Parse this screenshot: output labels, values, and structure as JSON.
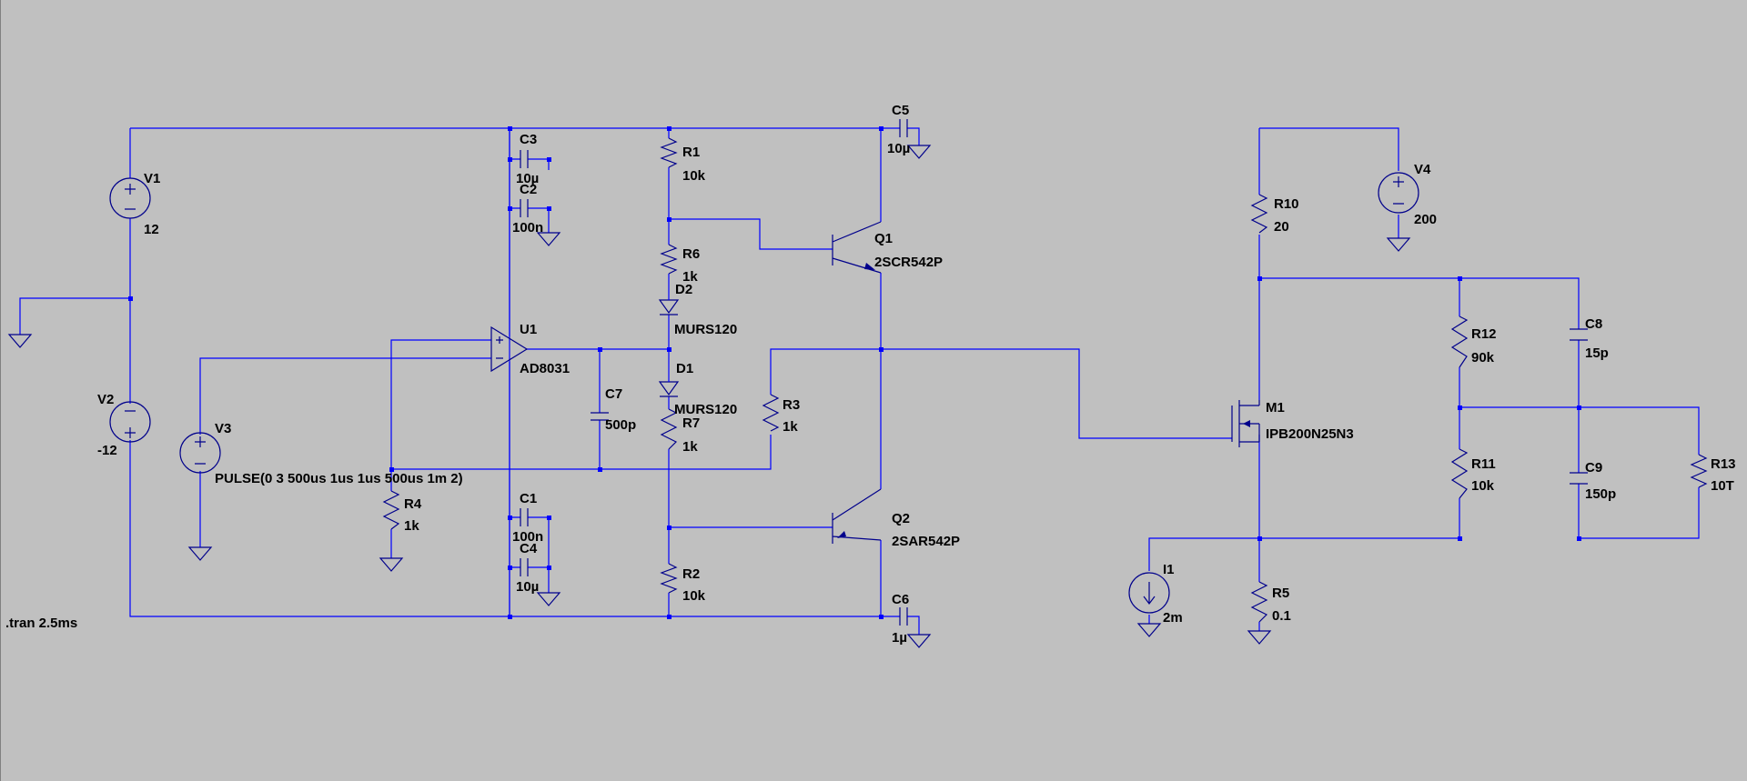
{
  "components": {
    "V1": {
      "name": "V1",
      "value": "12"
    },
    "V2": {
      "name": "V2",
      "value": "-12"
    },
    "V3": {
      "name": "V3",
      "value": "PULSE(0 3 500us 1us 1us 500us 1m 2)"
    },
    "V4": {
      "name": "V4",
      "value": "200"
    },
    "U1": {
      "name": "U1",
      "value": "AD8031"
    },
    "R1": {
      "name": "R1",
      "value": "10k"
    },
    "R2": {
      "name": "R2",
      "value": "10k"
    },
    "R3": {
      "name": "R3",
      "value": "1k"
    },
    "R4": {
      "name": "R4",
      "value": "1k"
    },
    "R5": {
      "name": "R5",
      "value": "0.1"
    },
    "R6": {
      "name": "R6",
      "value": "1k"
    },
    "R7": {
      "name": "R7",
      "value": "1k"
    },
    "R10": {
      "name": "R10",
      "value": "20"
    },
    "R11": {
      "name": "R11",
      "value": "10k"
    },
    "R12": {
      "name": "R12",
      "value": "90k"
    },
    "R13": {
      "name": "R13",
      "value": "10T"
    },
    "C1": {
      "name": "C1",
      "value": "100n"
    },
    "C2": {
      "name": "C2",
      "value": "100n"
    },
    "C3": {
      "name": "C3",
      "value": "10µ"
    },
    "C4": {
      "name": "C4",
      "value": "10µ"
    },
    "C5": {
      "name": "C5",
      "value": "10µ"
    },
    "C6": {
      "name": "C6",
      "value": "1µ"
    },
    "C7": {
      "name": "C7",
      "value": "500p"
    },
    "C8": {
      "name": "C8",
      "value": "15p"
    },
    "C9": {
      "name": "C9",
      "value": "150p"
    },
    "D1": {
      "name": "D1",
      "value": "MURS120"
    },
    "D2": {
      "name": "D2",
      "value": "MURS120"
    },
    "Q1": {
      "name": "Q1",
      "value": "2SCR542P"
    },
    "Q2": {
      "name": "Q2",
      "value": "2SAR542P"
    },
    "M1": {
      "name": "M1",
      "value": "IPB200N25N3"
    },
    "I1": {
      "name": "I1",
      "value": "2m"
    }
  },
  "directives": {
    "tran": ".tran 2.5ms"
  },
  "colors": {
    "background": "#c0c0c0",
    "wire": "#0000ff",
    "symbol": "#00008b",
    "text": "#000000"
  }
}
